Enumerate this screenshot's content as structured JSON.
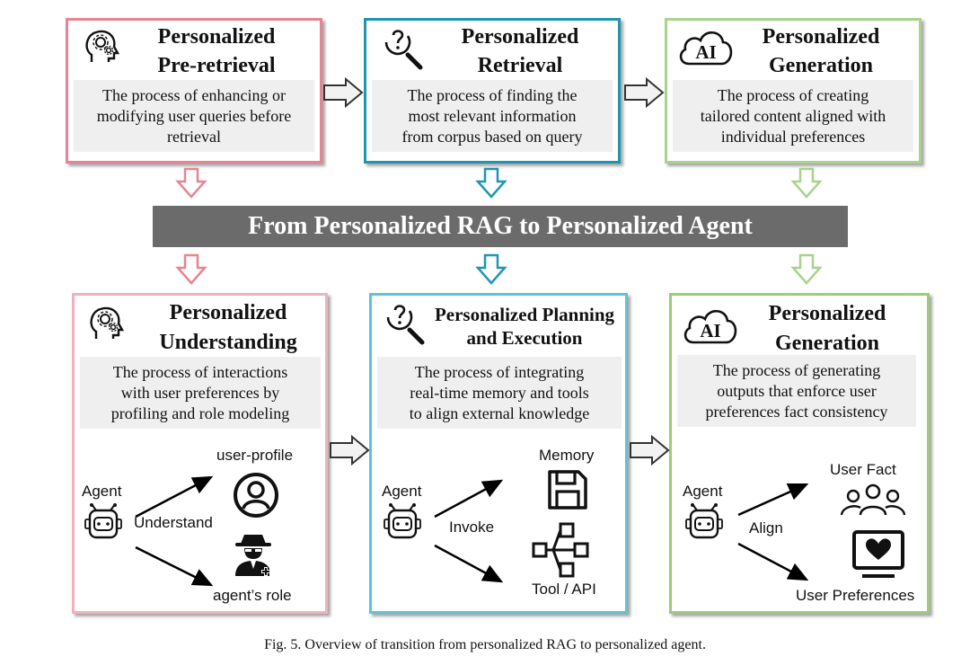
{
  "banner": "From Personalized RAG to Personalized Agent",
  "caption": "Fig. 5.  Overview of transition from personalized RAG to personalized agent.",
  "colors": {
    "pink": "#e8848f",
    "teal": "#1f95b0",
    "green": "#a8d38c",
    "banner": "#6b6b6b",
    "desc_bg": "#efefef"
  },
  "top": [
    {
      "title_line1": "Personalized",
      "title_line2": "Pre-retrieval",
      "icon": "head-gear-icon",
      "desc_line1": "The process of enhancing or",
      "desc_line2": "modifying user queries before",
      "desc_line3": "retrieval"
    },
    {
      "title_line1": "Personalized",
      "title_line2": "Retrieval",
      "icon": "search-question-icon",
      "desc_line1": "The process of finding the",
      "desc_line2": "most relevant information",
      "desc_line3": "from corpus based on query"
    },
    {
      "title_line1": "Personalized",
      "title_line2": "Generation",
      "icon": "ai-cloud-icon",
      "desc_line1": "The process of creating",
      "desc_line2": "tailored content aligned with",
      "desc_line3": "individual preferences"
    }
  ],
  "bottom": [
    {
      "title_line1": "Personalized",
      "title_line2": "Understanding",
      "icon": "head-gear-icon",
      "desc_line1": "The process of interactions",
      "desc_line2": "with user preferences by",
      "desc_line3": "profiling and role modeling",
      "agent": "Agent",
      "verb": "Understand",
      "target_top": "user-profile",
      "target_bottom": "agent’s role"
    },
    {
      "title_line1": "Personalized Planning",
      "title_line2": "and Execution",
      "icon": "search-question-icon",
      "desc_line1": "The process of integrating",
      "desc_line2": "real-time memory and tools",
      "desc_line3": "to align external knowledge",
      "agent": "Agent",
      "verb": "Invoke",
      "target_top": "Memory",
      "target_bottom": "Tool / API"
    },
    {
      "title_line1": "Personalized",
      "title_line2": "Generation",
      "icon": "ai-cloud-icon",
      "desc_line1": "The process of generating",
      "desc_line2": "outputs that enforce user",
      "desc_line3": "preferences fact consistency",
      "agent": "Agent",
      "verb": "Align",
      "target_top": "User Fact",
      "target_bottom": "User Preferences"
    }
  ]
}
